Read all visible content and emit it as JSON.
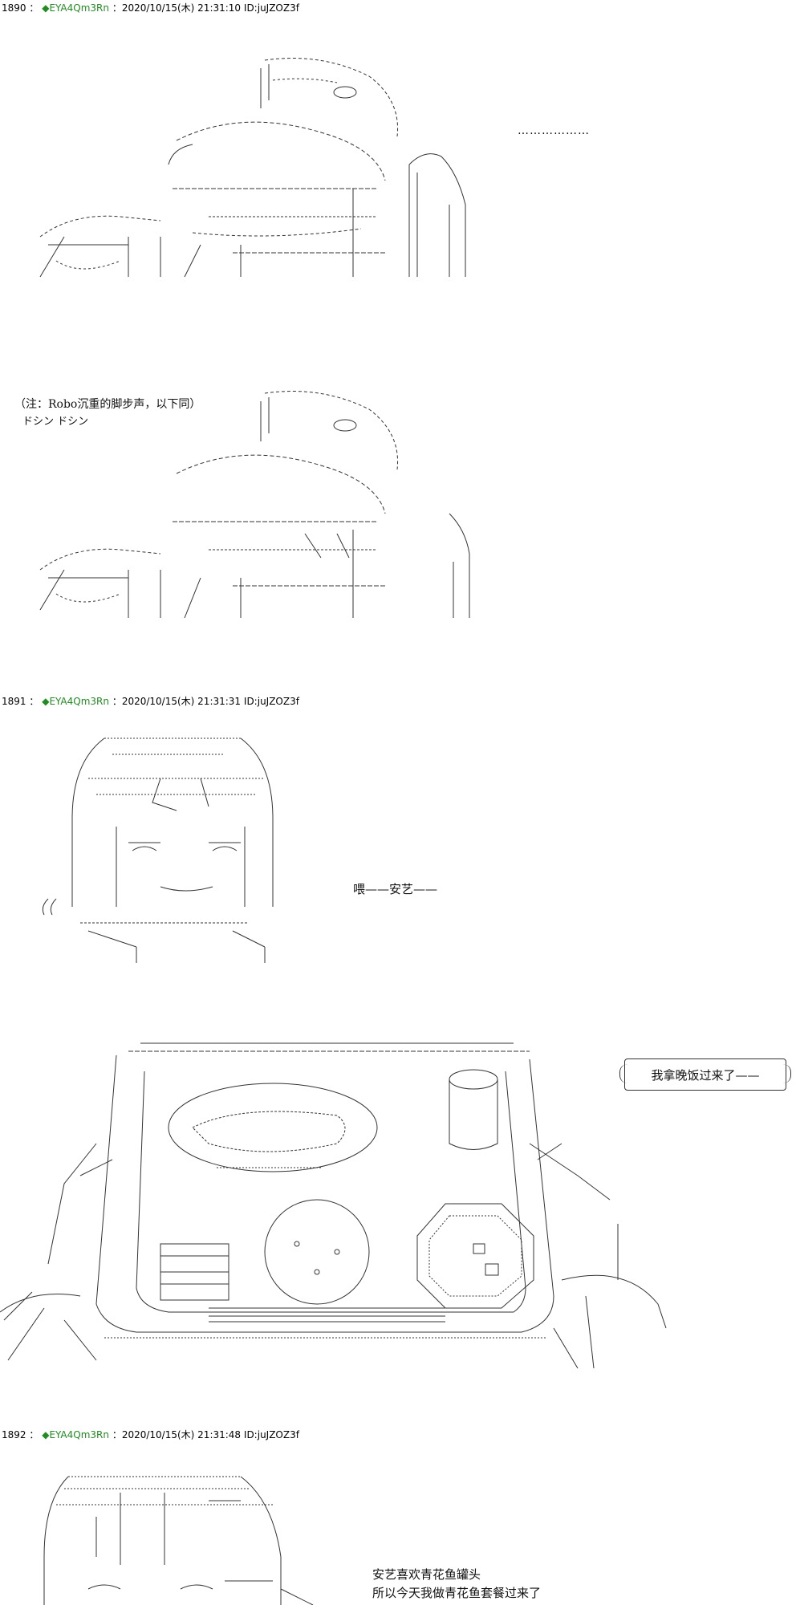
{
  "posts": [
    {
      "number": "1890",
      "separator": "：",
      "diamond": "◆",
      "trip": "EYA4Qm3Rn",
      "datetime": "：2020/10/15(木) 21:31:10",
      "id": "ID:juJZOZ3f"
    },
    {
      "number": "1891",
      "separator": "：",
      "diamond": "◆",
      "trip": "EYA4Qm3Rn",
      "datetime": "：2020/10/15(木) 21:31:31",
      "id": "ID:juJZOZ3f"
    },
    {
      "number": "1892",
      "separator": "：",
      "diamond": "◆",
      "trip": "EYA4Qm3Rn",
      "datetime": "：2020/10/15(木) 21:31:48",
      "id": "ID:juJZOZ3f"
    }
  ],
  "texts": {
    "ellipsis": "………………",
    "note": "（注：Robo沉重的脚步声，以下同）",
    "sfx": "ドシン ドシン",
    "call": "喂——安艺——",
    "bubble": "我拿晚饭过来了——",
    "narration_line1": "安艺喜欢青花鱼罐头",
    "narration_line2": "所以今天我做青花鱼套餐过来了"
  },
  "colors": {
    "trip": "#228b22",
    "line_art": "#333333"
  }
}
